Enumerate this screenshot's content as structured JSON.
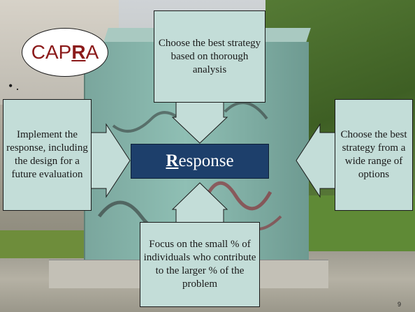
{
  "slide": {
    "capra": {
      "prefix": "CAP",
      "highlight": "R",
      "suffix": "A",
      "text_color": "#8b1a1a"
    },
    "bullet": "•  .",
    "center": {
      "highlight": "R",
      "rest": "esponse",
      "fill_color": "#1d3f6b"
    },
    "callouts": {
      "top": "Choose the best strategy based on thorough analysis",
      "left": "Implement the response, including the design for a future evaluation",
      "right": "Choose the best strategy from a wide range of options",
      "bottom": "Focus on the small % of individuals who contribute to the larger % of the problem"
    },
    "callout_fill_color": "#c3ddd8",
    "page_number": "9"
  }
}
